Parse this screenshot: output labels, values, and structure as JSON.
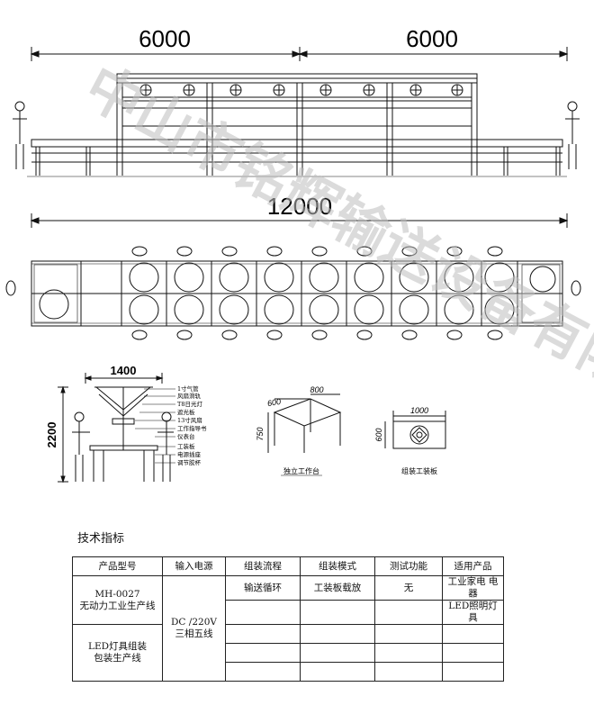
{
  "dimensions": {
    "top_left": "6000",
    "top_right": "6000",
    "plan_total": "12000",
    "station_width": "1400",
    "station_height": "2200",
    "table_width": "800",
    "table_depth": "600",
    "table_height": "750",
    "board_width": "1000",
    "board_depth": "600"
  },
  "callouts": [
    "1寸气管",
    "风扇滑轨",
    "T8日光灯",
    "遮光板",
    "13寸风扇",
    "工作指导书",
    "仪表台",
    "工装板",
    "电源插座",
    "调节胶杯"
  ],
  "captions": {
    "table": "独立工作台",
    "board": "组装工装板"
  },
  "watermark": "中山市铭辉输送设备有限公司",
  "spec": {
    "title": "技术指标",
    "headers": [
      "产品型号",
      "输入电源",
      "组装流程",
      "组装模式",
      "测试功能",
      "适用产品"
    ],
    "model_a": [
      "MH-0027",
      "无动力工业生产线"
    ],
    "model_b": [
      "LED灯具组装",
      "包装生产线"
    ],
    "power": [
      "DC /220V",
      "三相五线"
    ],
    "process": "输送循环",
    "mode": "工装板载放",
    "test": "无",
    "products": [
      "工业家电 电器",
      "LED照明灯具"
    ]
  }
}
